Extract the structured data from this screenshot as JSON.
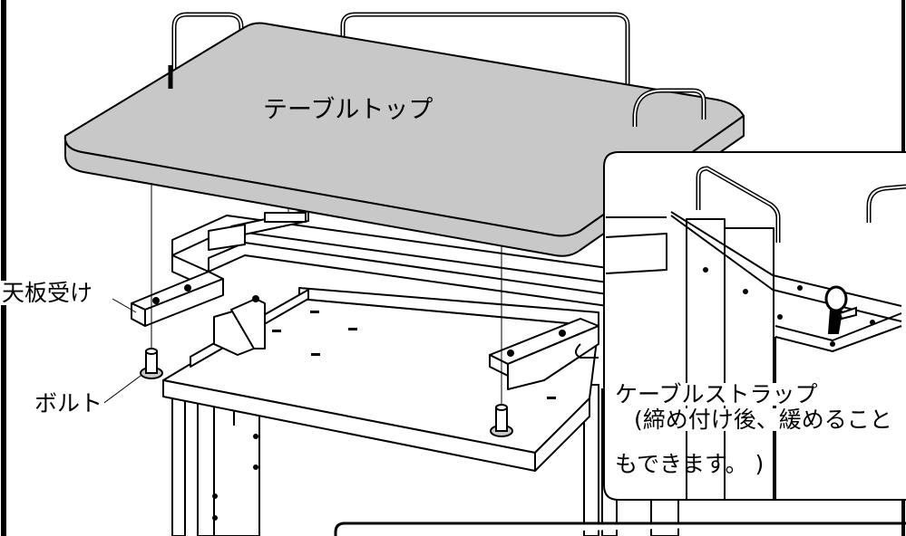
{
  "labels": {
    "table_top": "テーブルトップ",
    "top_plate_support": "天板受け",
    "bolt": "ボルト",
    "cable_strap": "ケーブルストラップ",
    "cable_strap_note_line1": "(締め付け後、緩めること",
    "cable_strap_note_line2": "もできます。 )"
  },
  "colors": {
    "line": "#000000",
    "table_top_fill": "#c8c8c8",
    "background": "#ffffff"
  }
}
